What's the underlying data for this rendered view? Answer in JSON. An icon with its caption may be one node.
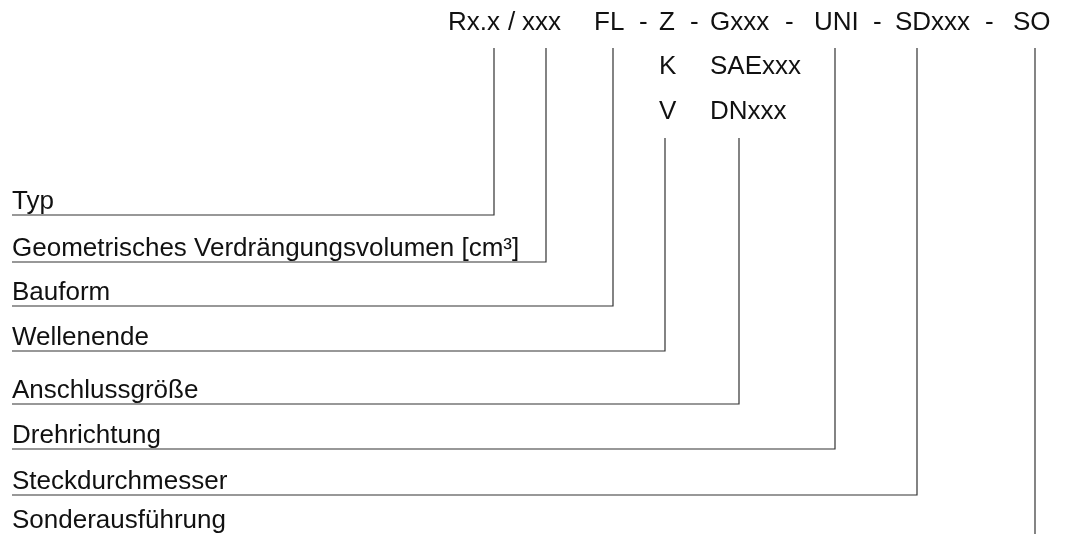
{
  "diagram": {
    "nodes": [
      {
        "text": [
          "Rx.x"
        ]
      },
      {
        "text": [
          "xxx"
        ]
      },
      {
        "text": [
          "FL"
        ]
      },
      {
        "text": [
          "Z"
        ]
      },
      {
        "text": [
          "Gxxx"
        ]
      },
      {
        "text": [
          "UNI"
        ]
      },
      {
        "text": [
          "SDxxx"
        ]
      },
      {
        "text": [
          "SO"
        ]
      },
      {
        "text": [
          "K"
        ]
      },
      {
        "text": [
          "SAExxx"
        ]
      },
      {
        "text": [
          "V"
        ]
      },
      {
        "text": [
          "DNxxx"
        ]
      },
      {
        "text": [
          "Typ"
        ]
      },
      {
        "text": [
          "Geometrisches Verdrängungsvolumen [cm³]"
        ]
      },
      {
        "text": [
          "Bauform"
        ]
      },
      {
        "text": [
          "Wellenende"
        ]
      },
      {
        "text": [
          "Anschlussgröße"
        ]
      },
      {
        "text": [
          "Drehrichtung"
        ]
      },
      {
        "text": [
          "Steckdurchmesser"
        ]
      },
      {
        "text": [
          "Sonderausführung"
        ]
      }
    ],
    "edges": [
      {
        "from": 12,
        "to": 0,
        "arrow": "none"
      },
      {
        "from": 13,
        "to": 1,
        "arrow": "none"
      },
      {
        "from": 14,
        "to": 2,
        "arrow": "none"
      },
      {
        "from": 15,
        "to": 10,
        "arrow": "none"
      },
      {
        "from": 16,
        "to": 11,
        "arrow": "none"
      },
      {
        "from": 17,
        "to": 5,
        "arrow": "none"
      },
      {
        "from": 18,
        "to": 6,
        "arrow": "none"
      },
      {
        "from": 7,
        "to": null,
        "arrow": "none"
      }
    ],
    "labels": [
      "/",
      "-",
      "-",
      "-",
      "-",
      "-"
    ]
  }
}
